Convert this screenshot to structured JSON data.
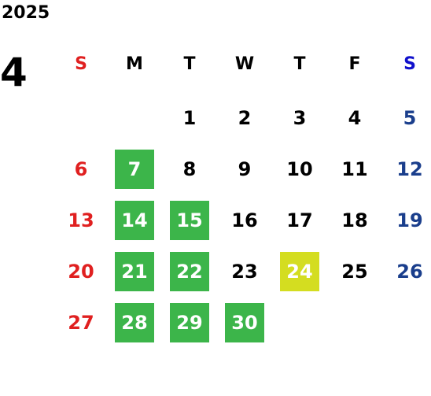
{
  "calendar": {
    "year": "2025",
    "month": "4",
    "weekdays": [
      {
        "label": "S",
        "color": "#e02020"
      },
      {
        "label": "M",
        "color": "#000000"
      },
      {
        "label": "T",
        "color": "#000000"
      },
      {
        "label": "W",
        "color": "#000000"
      },
      {
        "label": "T",
        "color": "#000000"
      },
      {
        "label": "F",
        "color": "#000000"
      },
      {
        "label": "S",
        "color": "#1010cc"
      }
    ],
    "colors": {
      "sunday": "#e02020",
      "saturday": "#1a3e8c",
      "weekday": "#000000",
      "highlight_green": "#3cb54a",
      "highlight_yellow": "#d4dd20"
    },
    "weeks": [
      [
        null,
        null,
        {
          "d": "1"
        },
        {
          "d": "2"
        },
        {
          "d": "3"
        },
        {
          "d": "4"
        },
        {
          "d": "5"
        }
      ],
      [
        {
          "d": "6"
        },
        {
          "d": "7",
          "hl": "green"
        },
        {
          "d": "8"
        },
        {
          "d": "9"
        },
        {
          "d": "10"
        },
        {
          "d": "11"
        },
        {
          "d": "12"
        }
      ],
      [
        {
          "d": "13"
        },
        {
          "d": "14",
          "hl": "green"
        },
        {
          "d": "15",
          "hl": "green"
        },
        {
          "d": "16"
        },
        {
          "d": "17"
        },
        {
          "d": "18"
        },
        {
          "d": "19"
        }
      ],
      [
        {
          "d": "20"
        },
        {
          "d": "21",
          "hl": "green"
        },
        {
          "d": "22",
          "hl": "green"
        },
        {
          "d": "23"
        },
        {
          "d": "24",
          "hl": "yellow"
        },
        {
          "d": "25"
        },
        {
          "d": "26"
        }
      ],
      [
        {
          "d": "27"
        },
        {
          "d": "28",
          "hl": "green"
        },
        {
          "d": "29",
          "hl": "green"
        },
        {
          "d": "30",
          "hl": "green"
        },
        null,
        null,
        null
      ]
    ]
  }
}
